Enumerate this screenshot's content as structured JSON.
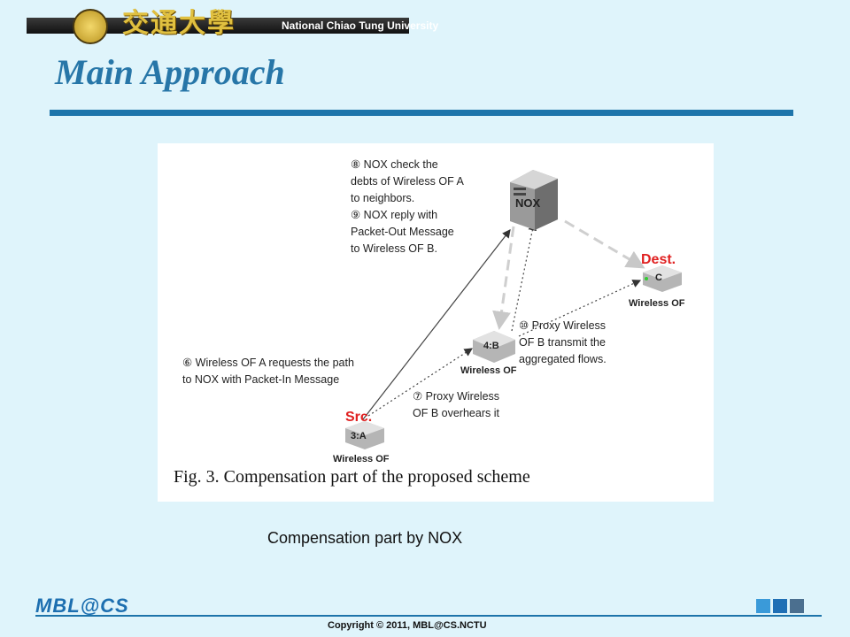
{
  "banner": {
    "english": "National Chiao Tung University",
    "chinese": "交通大學"
  },
  "slide": {
    "title": "Main Approach",
    "subtitle": "Compensation part by NOX"
  },
  "figure": {
    "caption": "Fig. 3. Compensation part of the proposed scheme",
    "nodes": {
      "nox": "NOX",
      "src_tag": "Src.",
      "src_id": "3:A",
      "src_label": "Wireless OF",
      "proxy_id": "4:B",
      "proxy_label": "Wireless OF",
      "dest_tag": "Dest.",
      "dest_id": "C",
      "dest_label": "Wireless OF"
    },
    "annotations": {
      "a8_1": "⑧ NOX check the",
      "a8_2": "debts of Wireless OF A",
      "a8_3": "to neighbors.",
      "a9_1": "⑨ NOX reply with",
      "a9_2": "Packet-Out Message",
      "a9_3": "to Wireless OF B.",
      "a10_1": "⑩ Proxy Wireless",
      "a10_2": "OF B transmit the",
      "a10_3": "aggregated flows.",
      "a6_1": "⑥ Wireless OF A requests the path",
      "a6_2": "to NOX with Packet-In Message",
      "a7_1": "⑦ Proxy Wireless",
      "a7_2": "OF B overhears it"
    }
  },
  "footer": {
    "logo": "MBL@CS",
    "copyright": "Copyright © 2011, MBL@CS.NCTU"
  },
  "colors": {
    "title": "#2776a8",
    "rule": "#1d74aa",
    "background": "#dff4fb",
    "squares": [
      "#3a9ad9",
      "#1f6fb5",
      "#4b6f8f"
    ]
  }
}
